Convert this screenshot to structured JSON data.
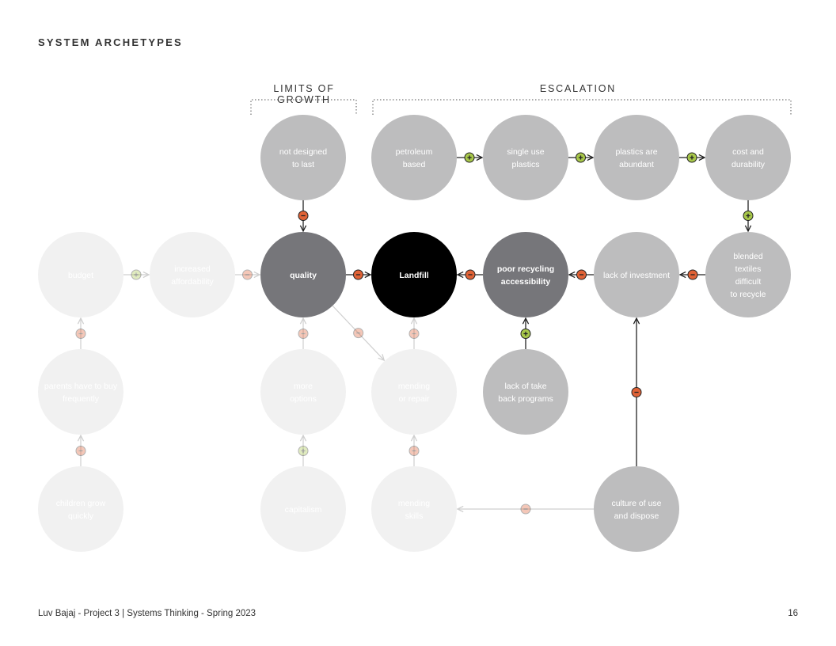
{
  "page": {
    "title": "SYSTEM ARCHETYPES",
    "footer_left": "Luv Bajaj - Project 3  |  Systems Thinking - Spring 2023",
    "page_number": "16"
  },
  "groups": [
    {
      "id": "limits",
      "label": "LIMITS OF GROWTH"
    },
    {
      "id": "escalation",
      "label": "ESCALATION"
    }
  ],
  "colors": {
    "circle_light": "#bdbdbe",
    "circle_dark": "#76767a",
    "circle_black": "#000000",
    "circle_faded": "#f1f1f1",
    "positive_link": "#a8c84a",
    "negative_link": "#e06236",
    "arrow": "#222222",
    "arrow_faded": "#cfcfcf"
  },
  "nodes": [
    {
      "id": "not-designed-to-last",
      "lines": [
        "not designed",
        "to last"
      ],
      "style": "light"
    },
    {
      "id": "petroleum-based",
      "lines": [
        "petroleum",
        "based"
      ],
      "style": "light"
    },
    {
      "id": "single-use-plastics",
      "lines": [
        "single use",
        "plastics"
      ],
      "style": "light"
    },
    {
      "id": "plastics-are-abundant",
      "lines": [
        "plastics are",
        "abundant"
      ],
      "style": "light"
    },
    {
      "id": "cost-and-durability",
      "lines": [
        "cost and",
        "durability"
      ],
      "style": "light"
    },
    {
      "id": "budget",
      "lines": [
        "budget"
      ],
      "style": "faded"
    },
    {
      "id": "increased-affordability",
      "lines": [
        "increased",
        "affordability"
      ],
      "style": "faded"
    },
    {
      "id": "quality",
      "lines": [
        "quality"
      ],
      "style": "dark"
    },
    {
      "id": "landfill",
      "lines": [
        "Landfill"
      ],
      "style": "black"
    },
    {
      "id": "poor-recycling-accessibility",
      "lines": [
        "poor recycling",
        "accessibility"
      ],
      "style": "dark"
    },
    {
      "id": "lack-of-investment",
      "lines": [
        "lack of  investment"
      ],
      "style": "light"
    },
    {
      "id": "blended-textiles",
      "lines": [
        "blended",
        "textiles",
        "difficult",
        "to recycle"
      ],
      "style": "light"
    },
    {
      "id": "parents-buy-frequently",
      "lines": [
        "parents have to buy",
        "frequently"
      ],
      "style": "faded"
    },
    {
      "id": "more-options",
      "lines": [
        "more",
        "options"
      ],
      "style": "faded"
    },
    {
      "id": "mending-or-repair",
      "lines": [
        "mending",
        "or repair"
      ],
      "style": "faded"
    },
    {
      "id": "lack-of-take-back",
      "lines": [
        "lack of take",
        "back programs"
      ],
      "style": "light"
    },
    {
      "id": "children-grow-quickly",
      "lines": [
        "children grow",
        "quickly"
      ],
      "style": "faded"
    },
    {
      "id": "capitalism",
      "lines": [
        "capitalism"
      ],
      "style": "faded"
    },
    {
      "id": "mending-skills",
      "lines": [
        "mending",
        "skills"
      ],
      "style": "faded"
    },
    {
      "id": "culture-of-use-and-dispose",
      "lines": [
        "culture of use",
        "and dispose"
      ],
      "style": "light"
    }
  ],
  "links": [
    {
      "from": "petroleum-based",
      "to": "single-use-plastics",
      "polarity": "+",
      "faded": false
    },
    {
      "from": "single-use-plastics",
      "to": "plastics-are-abundant",
      "polarity": "+",
      "faded": false
    },
    {
      "from": "plastics-are-abundant",
      "to": "cost-and-durability",
      "polarity": "+",
      "faded": false
    },
    {
      "from": "cost-and-durability",
      "to": "blended-textiles",
      "polarity": "+",
      "faded": false
    },
    {
      "from": "blended-textiles",
      "to": "lack-of-investment",
      "polarity": "-",
      "faded": false
    },
    {
      "from": "lack-of-investment",
      "to": "poor-recycling-accessibility",
      "polarity": "-",
      "faded": false
    },
    {
      "from": "poor-recycling-accessibility",
      "to": "landfill",
      "polarity": "-",
      "faded": false
    },
    {
      "from": "quality",
      "to": "landfill",
      "polarity": "-",
      "faded": false
    },
    {
      "from": "not-designed-to-last",
      "to": "quality",
      "polarity": "-",
      "faded": false
    },
    {
      "from": "lack-of-take-back",
      "to": "poor-recycling-accessibility",
      "polarity": "+",
      "faded": false
    },
    {
      "from": "culture-of-use-and-dispose",
      "to": "lack-of-investment",
      "polarity": "-",
      "faded": false
    },
    {
      "from": "budget",
      "to": "increased-affordability",
      "polarity": "+",
      "faded": true
    },
    {
      "from": "increased-affordability",
      "to": "quality",
      "polarity": "-",
      "faded": true
    },
    {
      "from": "parents-buy-frequently",
      "to": "budget",
      "polarity": "-",
      "faded": true
    },
    {
      "from": "children-grow-quickly",
      "to": "parents-buy-frequently",
      "polarity": "-",
      "faded": true
    },
    {
      "from": "more-options",
      "to": "quality",
      "polarity": "-",
      "faded": true
    },
    {
      "from": "capitalism",
      "to": "more-options",
      "polarity": "+",
      "faded": true
    },
    {
      "from": "mending-or-repair",
      "to": "landfill",
      "polarity": "-",
      "faded": true
    },
    {
      "from": "mending-skills",
      "to": "mending-or-repair",
      "polarity": "-",
      "faded": true
    },
    {
      "from": "quality",
      "to": "mending-or-repair",
      "polarity": "-",
      "faded": true
    },
    {
      "from": "culture-of-use-and-dispose",
      "to": "mending-skills",
      "polarity": "-",
      "faded": true
    }
  ]
}
